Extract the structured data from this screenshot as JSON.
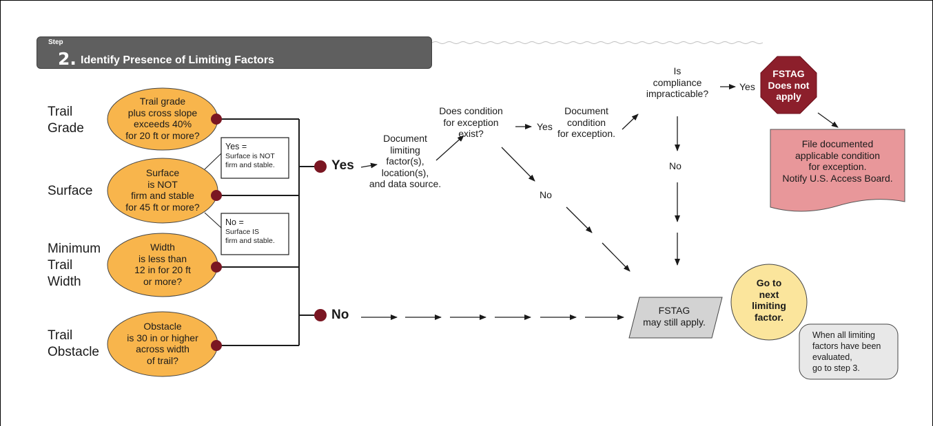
{
  "header": {
    "step_word": "Step",
    "step_number": "2.",
    "title": "Identify Presence of Limiting Factors"
  },
  "row_labels": {
    "trail_grade": [
      "Trail",
      "Grade"
    ],
    "surface": [
      "Surface"
    ],
    "minimum_trail_width": [
      "Minimum",
      "Trail",
      "Width"
    ],
    "trail_obstacle": [
      "Trail",
      "Obstacle"
    ]
  },
  "questions": {
    "trail_grade": [
      "Trail grade",
      "plus cross slope",
      "exceeds 40%",
      "for 20 ft or more?"
    ],
    "surface": [
      "Surface",
      "is NOT",
      "firm and stable",
      "for 45 ft or more?"
    ],
    "width": [
      "Width",
      "is less than",
      "12 in for 20 ft",
      "or more?"
    ],
    "obstacle": [
      "Obstacle",
      "is 30 in or higher",
      "across width",
      "of trail?"
    ]
  },
  "callouts": {
    "yes": {
      "head": "Yes =",
      "lines": [
        "Surface is NOT",
        "firm and stable."
      ]
    },
    "no": {
      "head": "No =",
      "lines": [
        "Surface IS",
        "firm and stable."
      ]
    }
  },
  "branches": {
    "yes": "Yes",
    "no": "No"
  },
  "document_factors": [
    "Document",
    "limiting",
    "factor(s),",
    "location(s),",
    "and data source."
  ],
  "exception_question": [
    "Does condition",
    "for exception",
    "exist?"
  ],
  "yes_small_1": "Yes",
  "no_small_1": "No",
  "document_condition": [
    "Document",
    "condition",
    "for exception."
  ],
  "impracticable_question": [
    "Is",
    "compliance",
    "impracticable?"
  ],
  "yes_small_2": "Yes",
  "no_small_2": "No",
  "stop_sign": [
    "FSTAG",
    "Does not",
    "apply"
  ],
  "file_doc": [
    "File documented",
    "applicable condition",
    "for exception.",
    "Notify U.S. Access Board."
  ],
  "fstag_may_apply": [
    "FSTAG",
    "may still apply."
  ],
  "next_factor": [
    "Go to",
    "next",
    "limiting",
    "factor."
  ],
  "all_evaluated_note": [
    "When all limiting",
    "factors have been",
    "evaluated,",
    "go to step 3."
  ],
  "colors": {
    "oval_fill": "#f8b54c",
    "dot": "#7a1622",
    "stop_sign": "#8c1f2b",
    "file_doc_fill": "#e8979a",
    "parallelogram_fill": "#d3d3d3",
    "next_circle_fill": "#fbe59c",
    "note_fill": "#e8e8e8",
    "banner": "#5f5f5f"
  }
}
